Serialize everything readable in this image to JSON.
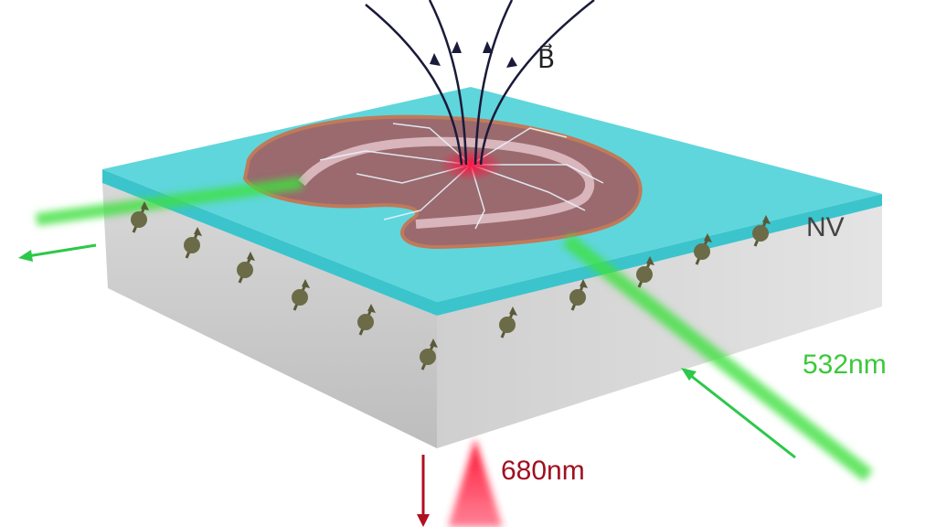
{
  "labels": {
    "field": "B⃗",
    "nv": "NV",
    "excitation": "532nm",
    "emission": "680nm"
  },
  "icons": {
    "field_lines": "magnetic-field-lines-icon",
    "nv_spin": "nv-spin-icon",
    "laser_arrow": "arrow-icon"
  },
  "colors": {
    "green_laser": "#3ddc3d",
    "red_emission": "#e0102a",
    "diamond_top": "#4fd2d8",
    "diamond_side": "#c8c8c8",
    "tissue": "#9a6a6e",
    "field_line": "#1a1a3a"
  }
}
